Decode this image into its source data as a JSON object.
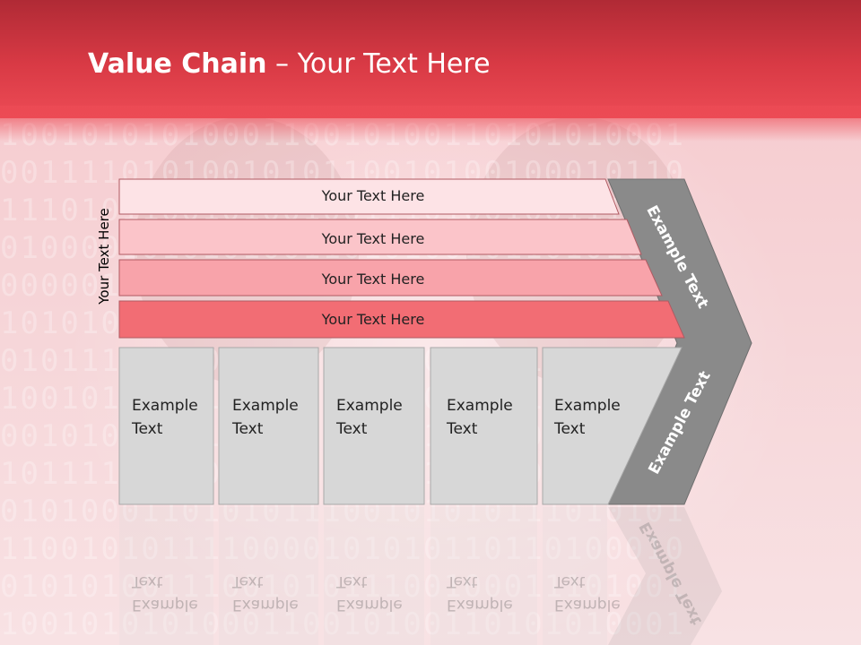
{
  "slide": {
    "title_bold": "Value Chain",
    "title_rest": " – Your Text Here",
    "side_label": "Your Text Here"
  },
  "strips": [
    {
      "label": "Your Text Here",
      "color": "#fde3e6"
    },
    {
      "label": "Your Text Here",
      "color": "#fbc4c9"
    },
    {
      "label": "Your Text Here",
      "color": "#f8a3aa"
    },
    {
      "label": "Your Text Here",
      "color": "#f26d74"
    }
  ],
  "cards": [
    {
      "line1": "Example",
      "line2": "Text"
    },
    {
      "line1": "Example",
      "line2": "Text"
    },
    {
      "line1": "Example",
      "line2": "Text"
    },
    {
      "line1": "Example",
      "line2": "Text"
    },
    {
      "line1": "Example",
      "line2": "Text"
    }
  ],
  "chevron": {
    "upper_text": "Example Text",
    "lower_text": "Example Text",
    "color": "#8a8a8a"
  },
  "colors": {
    "header": "#d93a45",
    "card_fill": "#d7d7d7"
  }
}
